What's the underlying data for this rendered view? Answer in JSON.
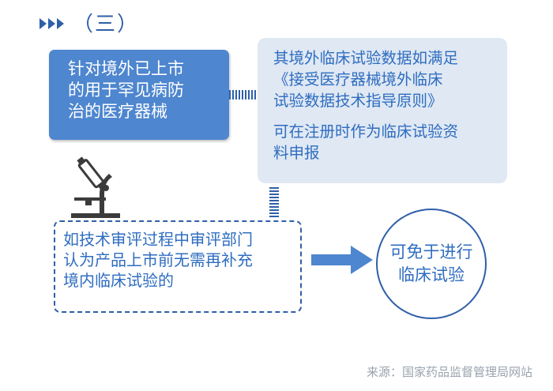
{
  "header": {
    "title": "（三）"
  },
  "blue_box": {
    "lines": [
      "针对境外已上市",
      "的用于罕见病防",
      "治的医疗器械"
    ]
  },
  "light_box": {
    "para1": [
      "其境外临床试验数据如满足",
      "《接受医疗器械境外临床",
      "试验数据技术指导原则》"
    ],
    "para2": [
      "可在注册时作为临床试验资",
      "料申报"
    ]
  },
  "dashed_box": {
    "lines": [
      "如技术审评过程中审评部门",
      "认为产品上市前无需再补充",
      "境内临床试验的"
    ]
  },
  "circle": {
    "lines": [
      "可免于进行",
      "临床试验"
    ]
  },
  "footer": {
    "source": "来源：国家药品监督管理局网站"
  },
  "colors": {
    "accent": "#2f5fa8",
    "blue_box_fill": "#4e86cf",
    "light_box_fill": "#dfe8f3",
    "text_blue": "#2f6dc0",
    "source_gray": "#9aa3ad"
  },
  "icons": {
    "section_marker": "triple-chevron-right-icon",
    "illustration": "microscope-icon",
    "flow_arrow": "arrow-right-icon"
  }
}
